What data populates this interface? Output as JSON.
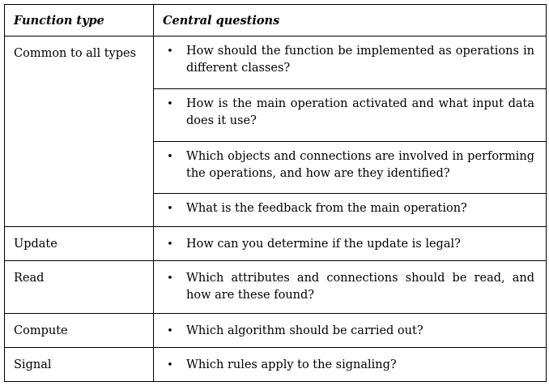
{
  "table": {
    "headers": [
      "Function type",
      "Central questions"
    ],
    "rows": [
      {
        "type": "Common to all types",
        "questions": [
          "How should the function be implemented as operations in different classes?",
          "How is the main operation activated and what input data does it use?",
          "Which objects and connections are involved in performing the operations, and how are they identified?",
          "What is the feedback from the main operation?"
        ]
      },
      {
        "type": "Update",
        "questions": [
          "How can you determine if the update is legal?"
        ]
      },
      {
        "type": "Read",
        "questions": [
          "Which attributes and connections should be read, and how are these found?"
        ]
      },
      {
        "type": "Compute",
        "questions": [
          "Which algorithm should be carried out?"
        ]
      },
      {
        "type": "Signal",
        "questions": [
          "Which rules apply to the signaling?"
        ]
      }
    ],
    "bullet_glyph": "•"
  }
}
